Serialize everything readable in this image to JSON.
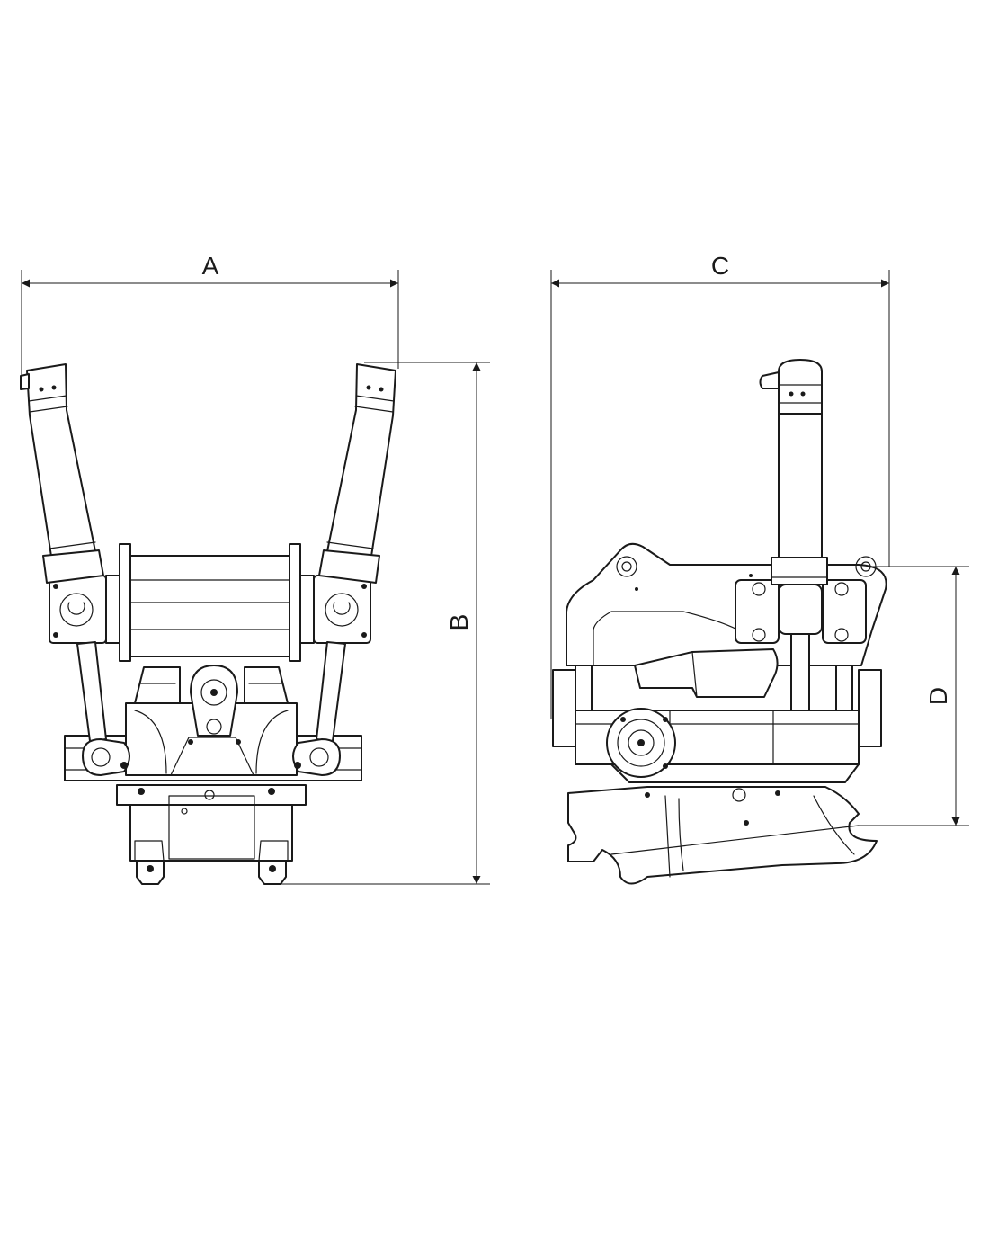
{
  "dimensions": {
    "A": "A",
    "B": "B",
    "C": "C",
    "D": "D"
  }
}
